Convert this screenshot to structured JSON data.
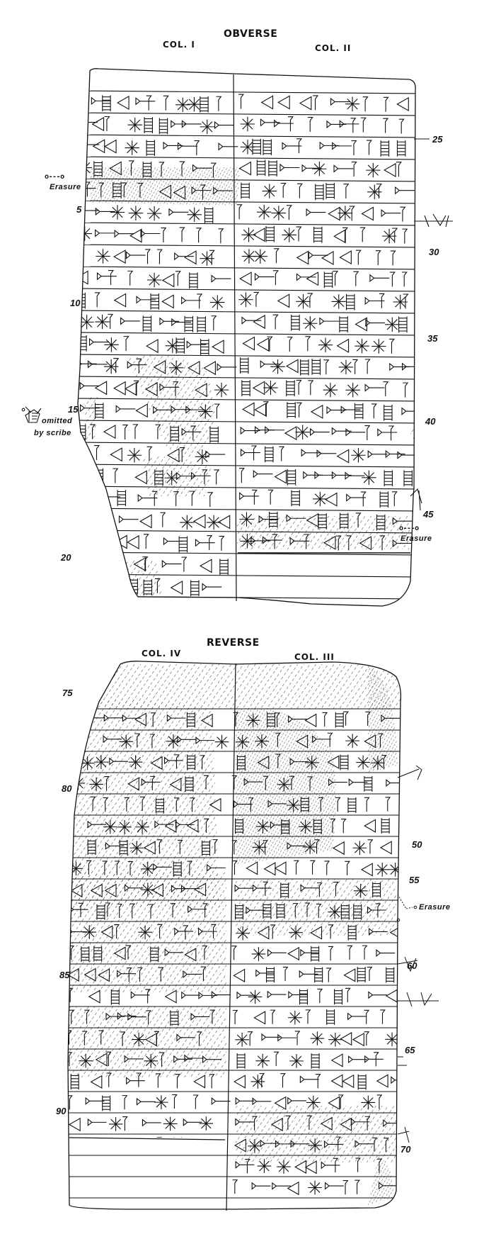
{
  "obverse": {
    "title": "OBVERSE",
    "columns": [
      {
        "label": "COL. I"
      },
      {
        "label": "COL. II"
      }
    ],
    "line_numbers_left": [
      "5",
      "10",
      "15",
      "20"
    ],
    "line_numbers_right": [
      "25",
      "30",
      "35",
      "40",
      "45"
    ],
    "annotations": {
      "erasure_left": {
        "marker": "o---o",
        "text": "Erasure"
      },
      "omitted": {
        "line1": "omitted",
        "line2": "by scribe"
      },
      "erasure_right": {
        "marker": "o---o",
        "text": "Erasure"
      }
    }
  },
  "reverse": {
    "title": "REVERSE",
    "columns": [
      {
        "label": "COL. IV"
      },
      {
        "label": "COL. III"
      }
    ],
    "line_numbers_left": [
      "75",
      "80",
      "85",
      "90"
    ],
    "line_numbers_right": [
      "50",
      "55",
      "60",
      "65",
      "70"
    ],
    "annotations": {
      "erasure": {
        "text": "Erasure"
      }
    }
  },
  "colors": {
    "ink": "#111111",
    "paper": "#ffffff",
    "hatch": "#333333"
  }
}
